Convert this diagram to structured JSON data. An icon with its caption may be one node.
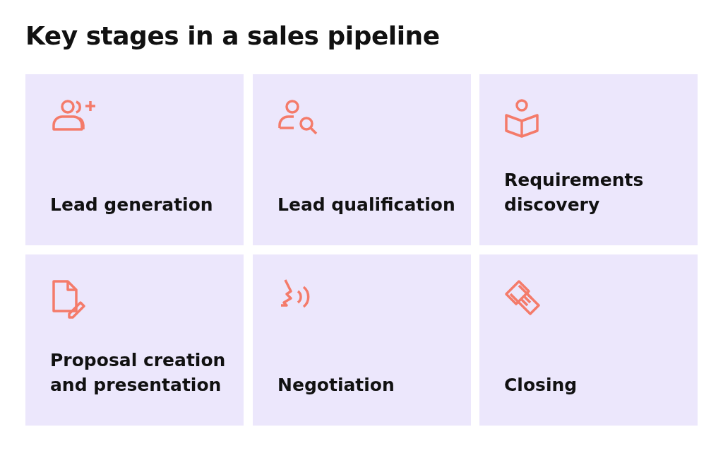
{
  "diagram": {
    "title": "Key stages in a sales pipeline",
    "nodes": [
      {
        "text": [
          "Lead generation"
        ]
      },
      {
        "text": [
          "Lead qualification"
        ]
      },
      {
        "text": [
          "Requirements discovery"
        ]
      },
      {
        "text": [
          "Proposal creation and presentation"
        ]
      },
      {
        "text": [
          "Negotiation"
        ]
      },
      {
        "text": [
          "Closing"
        ]
      }
    ]
  }
}
